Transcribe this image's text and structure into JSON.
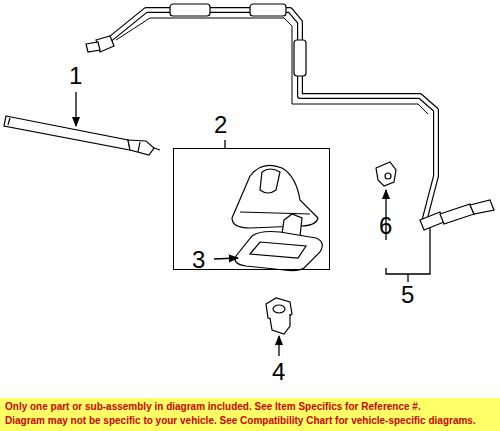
{
  "diagram": {
    "nodes": [
      {
        "text": [
          "2",
          "3"
        ]
      }
    ],
    "labels": [
      "1",
      "4",
      "5",
      "6",
      "Only one part or sub-assembly in diagram included. See Item Specifics for Reference #.",
      "Diagram may not be specific to your vehicle. See Compatibility Chart for vehicle-specific diagrams."
    ]
  }
}
